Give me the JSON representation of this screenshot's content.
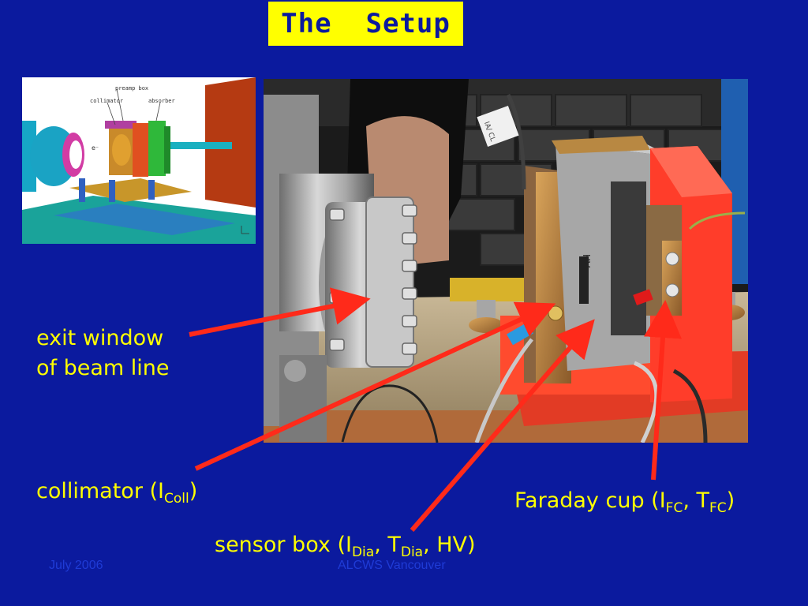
{
  "title": "The  Setup",
  "cad_labels": {
    "preamp": "preamp box",
    "collimator": "collimator",
    "absorber": "absorber",
    "beam": "e⁻"
  },
  "photo_labels": {
    "cable_tag": "IA/ CL",
    "hv": "HV"
  },
  "labels": {
    "exit_window_line1": "exit window",
    "exit_window_line2": "of beam line",
    "collimator_main": "collimator (I",
    "collimator_sub": "Coll",
    "collimator_close": ")",
    "faraday_main": "Faraday cup (I",
    "faraday_sub1": "FC",
    "faraday_mid": ", T",
    "faraday_sub2": "FC",
    "faraday_close": ")",
    "sensor_main": "sensor box (I",
    "sensor_sub1": "Dia",
    "sensor_mid1": ", T",
    "sensor_sub2": "Dia",
    "sensor_mid2": ", HV)"
  },
  "footer": {
    "date": "July  2006",
    "event": "ALCWS Vancouver"
  },
  "colors": {
    "background": "#0b1a9e",
    "title_box": "#ffff00",
    "label_text": "#ffff00",
    "arrow": "#ff2a1a"
  }
}
